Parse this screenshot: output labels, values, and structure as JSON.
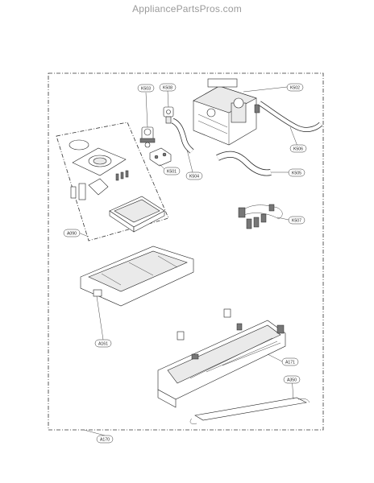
{
  "watermark": "AppliancePartsPros.com",
  "callouts": {
    "k503": "K503",
    "k508": "K508",
    "k502": "K502",
    "k506": "K506",
    "k501": "K501",
    "k504": "K504",
    "k505": "K505",
    "k507": "K507",
    "a090": "A090",
    "a161": "A161",
    "a171": "A171",
    "a350": "A350",
    "a170": "A170"
  }
}
